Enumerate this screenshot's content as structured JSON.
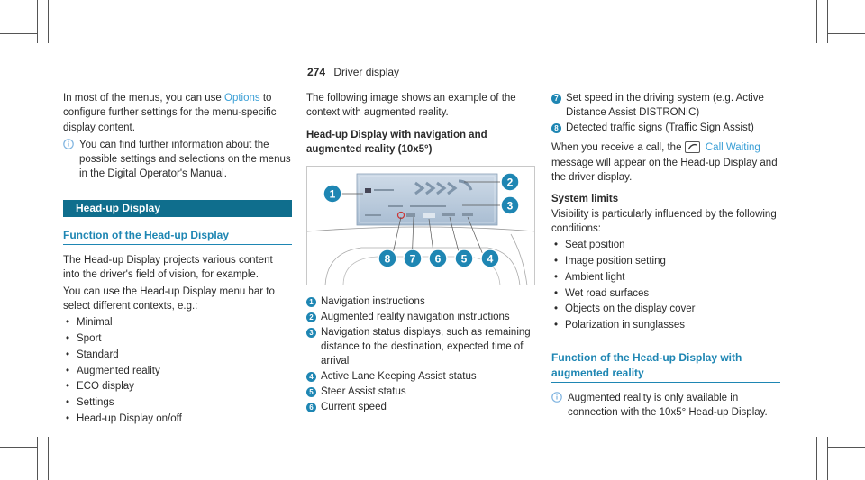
{
  "page": {
    "number": "274",
    "section": "Driver display"
  },
  "col1": {
    "intro_before": "In most of the menus, you can use",
    "intro_link": "Options",
    "intro_after": "to configure further settings for the menu-specific display content.",
    "note": "You can find further information about the possible settings and selections on the menus in the Digital Operator's Manual.",
    "band_heading": "Head-up Display",
    "sub_heading": "Function of the Head-up Display",
    "para1": "The Head-up Display projects various content into the driver's field of vision, for example.",
    "para2": "You can use the Head-up Display menu bar to select different contexts, e.g.:",
    "contexts": [
      "Minimal",
      "Sport",
      "Standard",
      "Augmented reality",
      "ECO display",
      "Settings",
      "Head-up Display on/off"
    ]
  },
  "col2": {
    "intro": "The following image shows an example of the context with augmented reality.",
    "heading": "Head-up Display with navigation and augmented reality (10x5°)",
    "figure_callouts": [
      "1",
      "2",
      "3",
      "8",
      "7",
      "6",
      "5",
      "4"
    ],
    "legend": [
      {
        "num": "1",
        "text": "Navigation instructions"
      },
      {
        "num": "2",
        "text": "Augmented reality navigation instructions"
      },
      {
        "num": "3",
        "text": "Navigation status displays, such as remaining distance to the destination, expected time of arrival"
      },
      {
        "num": "4",
        "text": "Active Lane Keeping Assist status"
      },
      {
        "num": "5",
        "text": "Steer Assist status"
      },
      {
        "num": "6",
        "text": "Current speed"
      }
    ]
  },
  "col3": {
    "legend": [
      {
        "num": "7",
        "text": "Set speed in the driving system (e.g. Active Distance Assist DISTRONIC)"
      },
      {
        "num": "8",
        "text": "Detected traffic signs (Traffic Sign Assist)"
      }
    ],
    "call_before": "When you receive a call, the",
    "call_link": "Call Waiting",
    "call_after": "message will appear on the Head-up Display and the driver display.",
    "limits_heading": "System limits",
    "limits_intro": "Visibility is particularly influenced by the following conditions:",
    "limits": [
      "Seat position",
      "Image position setting",
      "Ambient light",
      "Wet road surfaces",
      "Objects on the display cover",
      "Polarization in sunglasses"
    ],
    "ar_heading": "Function of the Head-up Display with augmented reality",
    "ar_note": "Augmented reality is only available in connection with the 10x5° Head-up Display."
  },
  "colors": {
    "accent": "#1e86b3",
    "band": "#0f6e8d",
    "link": "#3a9fd6"
  },
  "icons": {
    "note": "info-icon",
    "call": "phone-icon"
  }
}
